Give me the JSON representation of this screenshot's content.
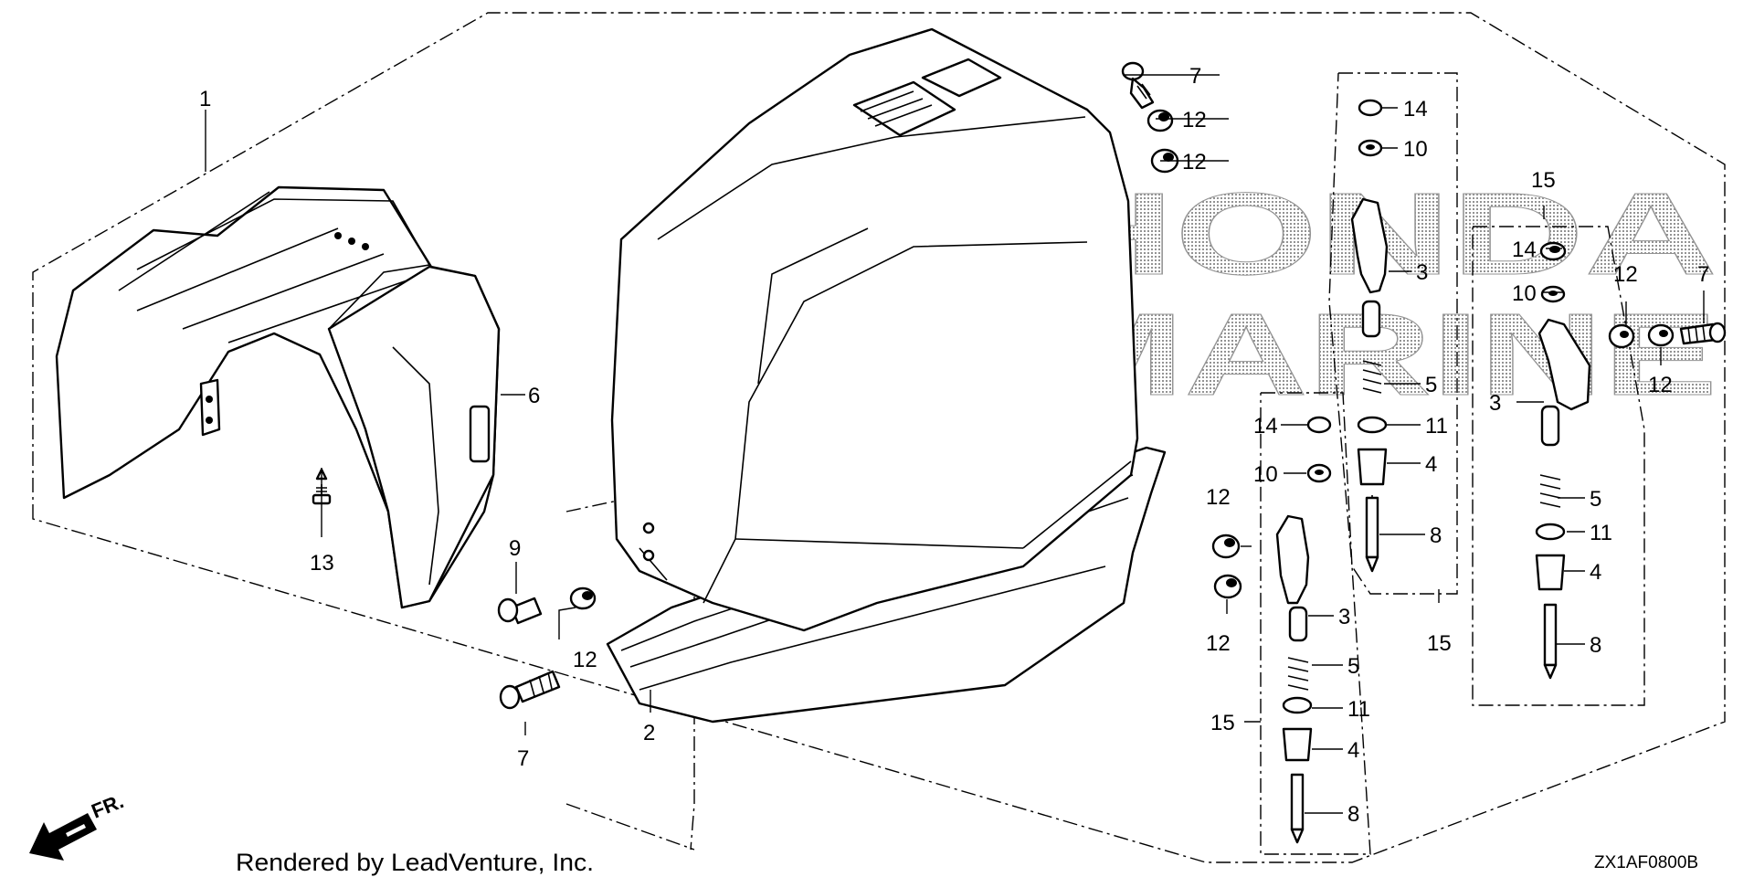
{
  "diagram": {
    "footer_credit": "Rendered by LeadVenture, Inc.",
    "diagram_code": "ZX1AF0800B",
    "front_indicator": "FR.",
    "watermark": {
      "line1": "HONDA",
      "line2": "MARINE"
    },
    "callouts": {
      "c1": "1",
      "c2": "2",
      "c6": "6",
      "c13": "13",
      "c9": "9",
      "c12a": "12",
      "c7a": "7",
      "c7b": "7",
      "c12b": "12",
      "c12c": "12",
      "c14a": "14",
      "c10a": "10",
      "c3a": "3",
      "c5a": "5",
      "c11a": "11",
      "c4a": "4",
      "c8a": "8",
      "c15a": "15",
      "c12d": "12",
      "c12e": "12",
      "c14b": "14",
      "c10b": "10",
      "c3b": "3",
      "c5b": "5",
      "c11b": "11",
      "c4b": "4",
      "c8b": "8",
      "c15b": "15",
      "c15c": "15",
      "c14c": "14",
      "c10c": "10",
      "c12f": "12",
      "c7c": "7",
      "c12g": "12",
      "c3c": "3",
      "c5c": "5",
      "c11c": "11",
      "c4c": "4",
      "c8c": "8"
    }
  }
}
